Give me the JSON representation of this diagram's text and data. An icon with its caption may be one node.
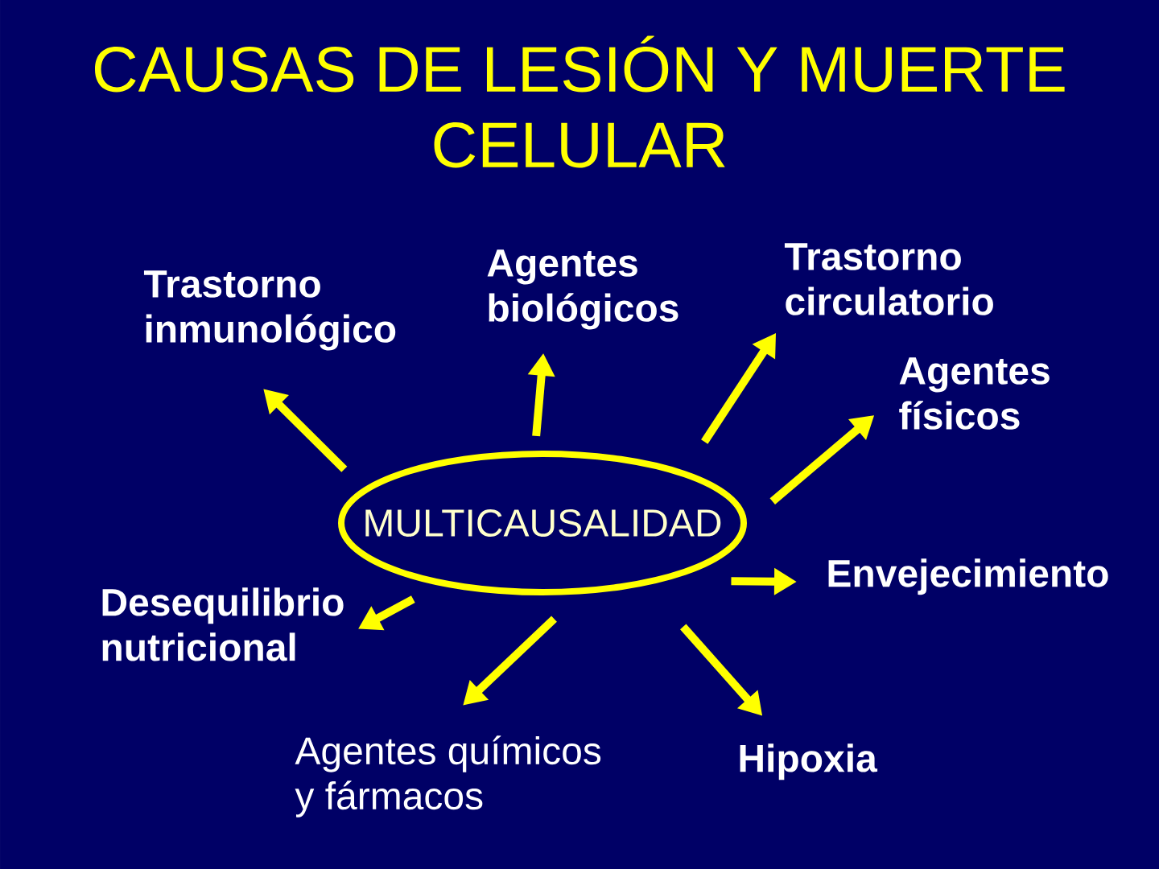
{
  "diagram": {
    "title": "CAUSAS DE LESIÓN Y MUERTE CELULAR",
    "nodes": [
      {
        "text": [
          "Trastorno inmunológico"
        ]
      },
      {
        "text": [
          "Agentes biológicos"
        ]
      },
      {
        "text": [
          "Trastorno circulatorio"
        ]
      },
      {
        "text": [
          "Agentes físicos"
        ]
      },
      {
        "text": [
          "MULTICAUSALIDAD"
        ]
      },
      {
        "text": [
          "Envejecimiento"
        ]
      },
      {
        "text": [
          "Desequilibrio nutricional"
        ]
      },
      {
        "text": [
          "Agentes químicos y fármacos"
        ]
      },
      {
        "text": [
          "Hipoxia"
        ]
      }
    ],
    "edges": [
      {
        "from": 4,
        "to": 0,
        "arrow": "to"
      },
      {
        "from": 4,
        "to": 1,
        "arrow": "to"
      },
      {
        "from": 4,
        "to": 2,
        "arrow": "to"
      },
      {
        "from": 4,
        "to": 3,
        "arrow": "to"
      },
      {
        "from": 4,
        "to": 5,
        "arrow": "to"
      },
      {
        "from": 4,
        "to": 6,
        "arrow": "to"
      },
      {
        "from": 4,
        "to": 7,
        "arrow": "to"
      },
      {
        "from": 4,
        "to": 8,
        "arrow": "to"
      }
    ]
  }
}
